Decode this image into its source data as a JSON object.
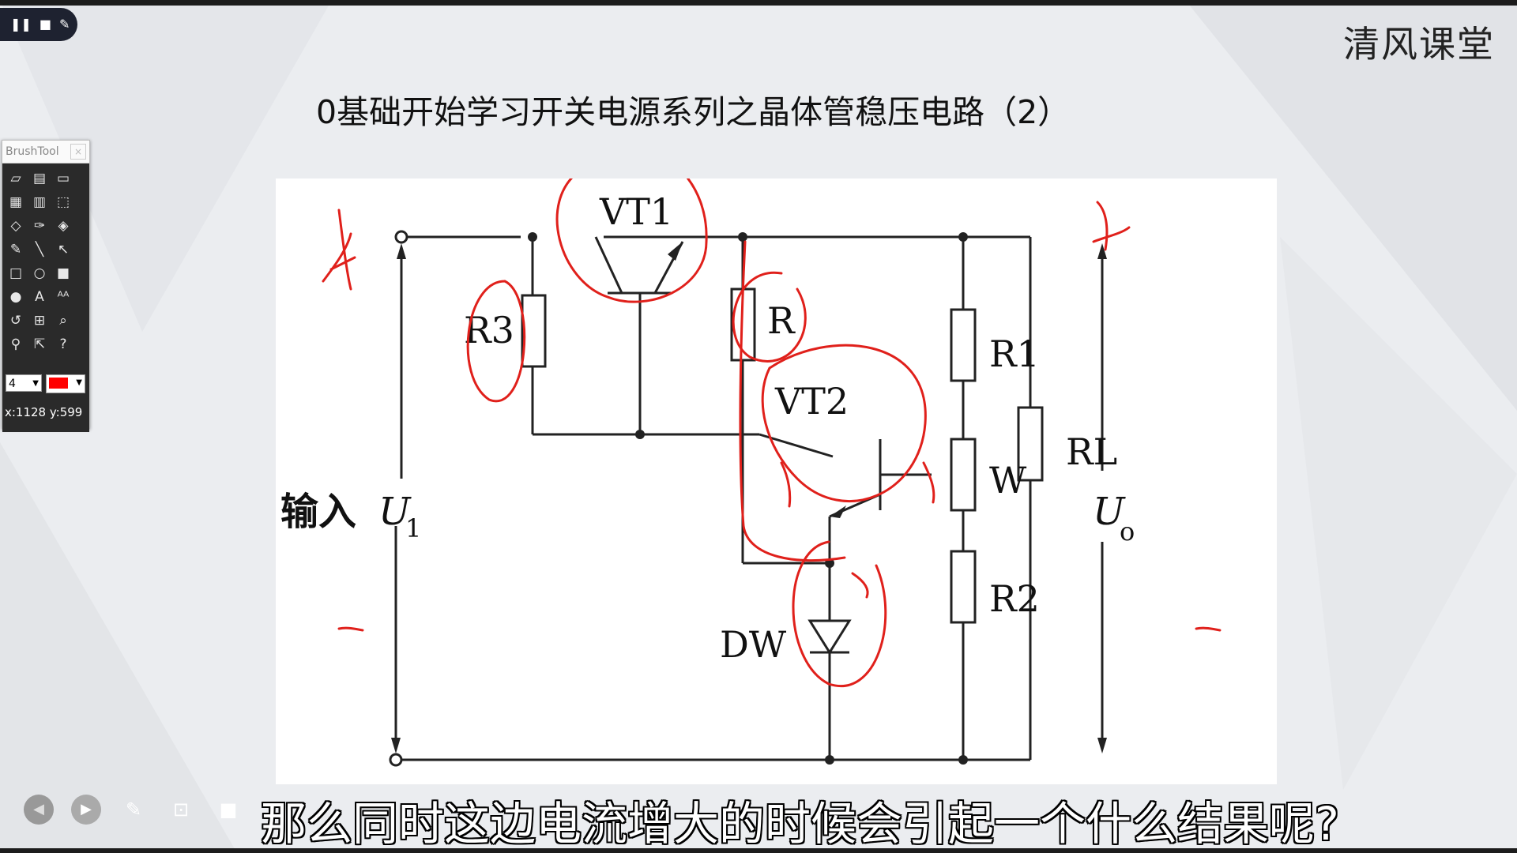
{
  "brand": "清风课堂",
  "title": "0基础开始学习开关电源系列之晶体管稳压电路（2）",
  "subtitle": "那么同时这边电流增大的时候会引起一个什么结果呢?",
  "brushtool": {
    "title": "BrushTool",
    "size_value": "4",
    "pen_color": "#ff0000",
    "coords": "x:1128 y:599"
  },
  "diagram": {
    "labels": {
      "vt1": "VT1",
      "vt2": "VT2",
      "r3": "R3",
      "r": "R",
      "r1": "R1",
      "w": "W",
      "r2": "R2",
      "rl": "RL",
      "dw": "DW",
      "input_prefix": "输入",
      "input_var": "U",
      "input_sub": "1",
      "output_var": "U",
      "output_sub": "o"
    },
    "annotation_color": "#e0201b"
  },
  "icons": [
    "pause-icon",
    "stop-icon",
    "pen-icon",
    "back-icon",
    "play-icon",
    "edit-icon",
    "screenshot-icon",
    "camera-icon"
  ]
}
